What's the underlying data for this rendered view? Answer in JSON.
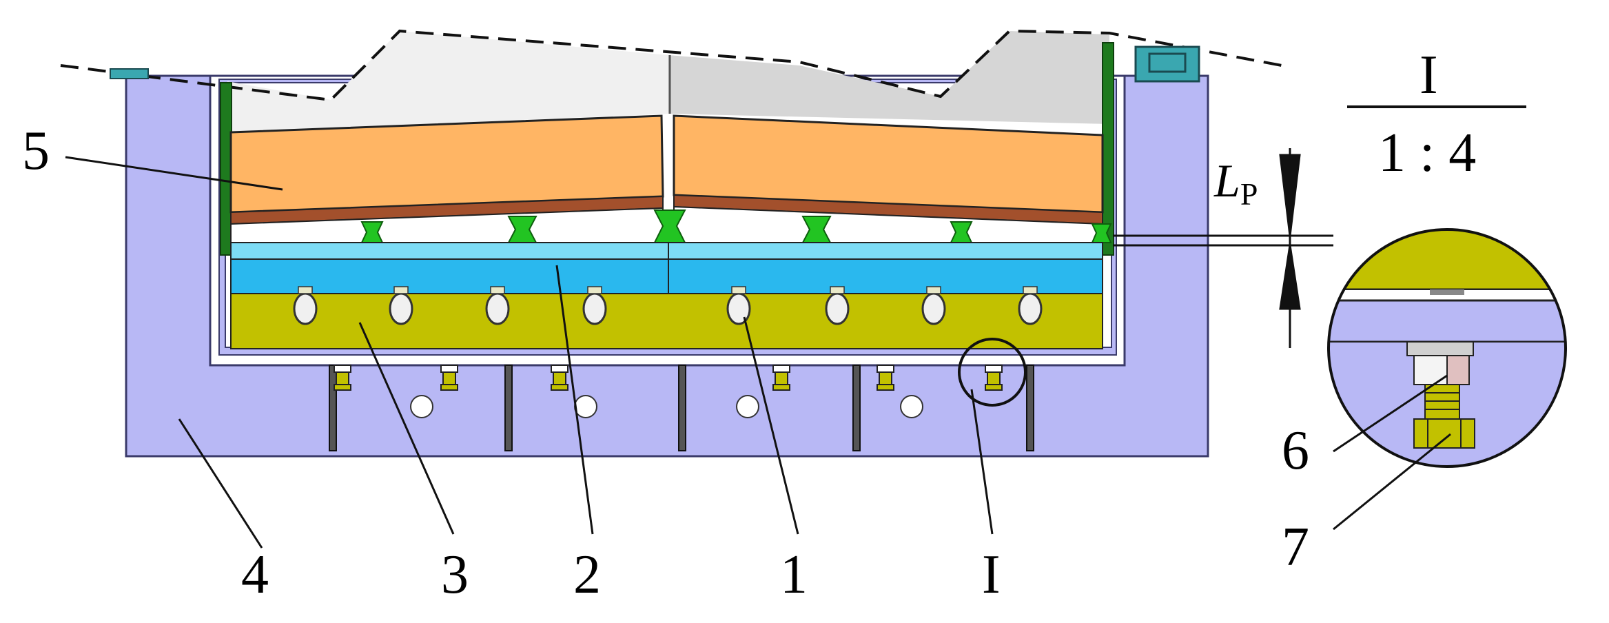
{
  "labels": {
    "l1": "1",
    "l2": "2",
    "l3": "3",
    "l4": "4",
    "l5": "5",
    "l6": "6",
    "l7": "7",
    "detail_mark": "I",
    "detail_title": "I",
    "detail_scale": "1 : 4",
    "dim_main": "L",
    "dim_sub": "P"
  },
  "colors": {
    "housing": "#b8b8f5",
    "housing_stroke": "#3a3a6a",
    "yellow_plate": "#c2c100",
    "blue_plate_top": "#7ddcf5",
    "blue_plate": "#2ab8ee",
    "orange_block": "#ffb564",
    "brown_strip": "#a3502c",
    "green_frame": "#1e7a1e",
    "green_spacer": "#22c422",
    "gray_material": "#e6e6e6",
    "clamp": "#3aa7b0"
  },
  "icons": {
    "bolt": "bolt-icon",
    "clamp": "clamp-icon"
  }
}
